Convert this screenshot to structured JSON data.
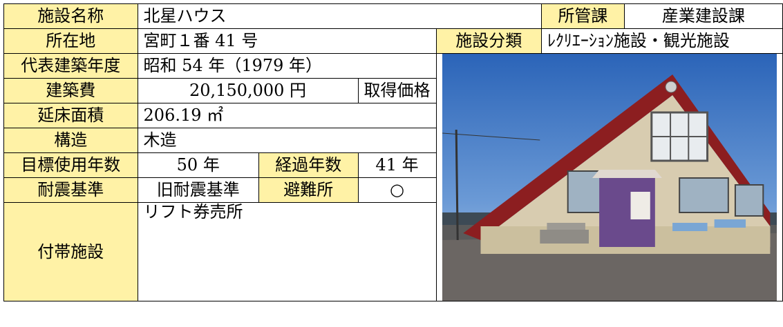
{
  "facility": {
    "name_label": "施設名称",
    "name": "北星ハウス",
    "dept_label": "所管課",
    "dept": "産業建設課",
    "address_label": "所在地",
    "address": "宮町１番 41 号",
    "category_label": "施設分類",
    "category": "ﾚｸﾘｴｰｼｮﾝ施設・観光施設",
    "year_label": "代表建築年度",
    "year": "昭和 54 年（1979 年）",
    "cost_label": "建築費",
    "cost": "20,150,000 円",
    "acq_label": "取得価格",
    "area_label": "延床面積",
    "area": "206.19 ㎡",
    "structure_label": "構造",
    "structure": "木造",
    "target_years_label": "目標使用年数",
    "target_years": "50 年",
    "elapsed_label": "経過年数",
    "elapsed": "41 年",
    "seismic_label": "耐震基準",
    "seismic": "旧耐震基準",
    "shelter_label": "避難所",
    "shelter": "○",
    "annex_label": "付帯施設",
    "annex": "リフト券売所"
  },
  "photo": {
    "subject": "wooden-chalet-building-photo"
  }
}
